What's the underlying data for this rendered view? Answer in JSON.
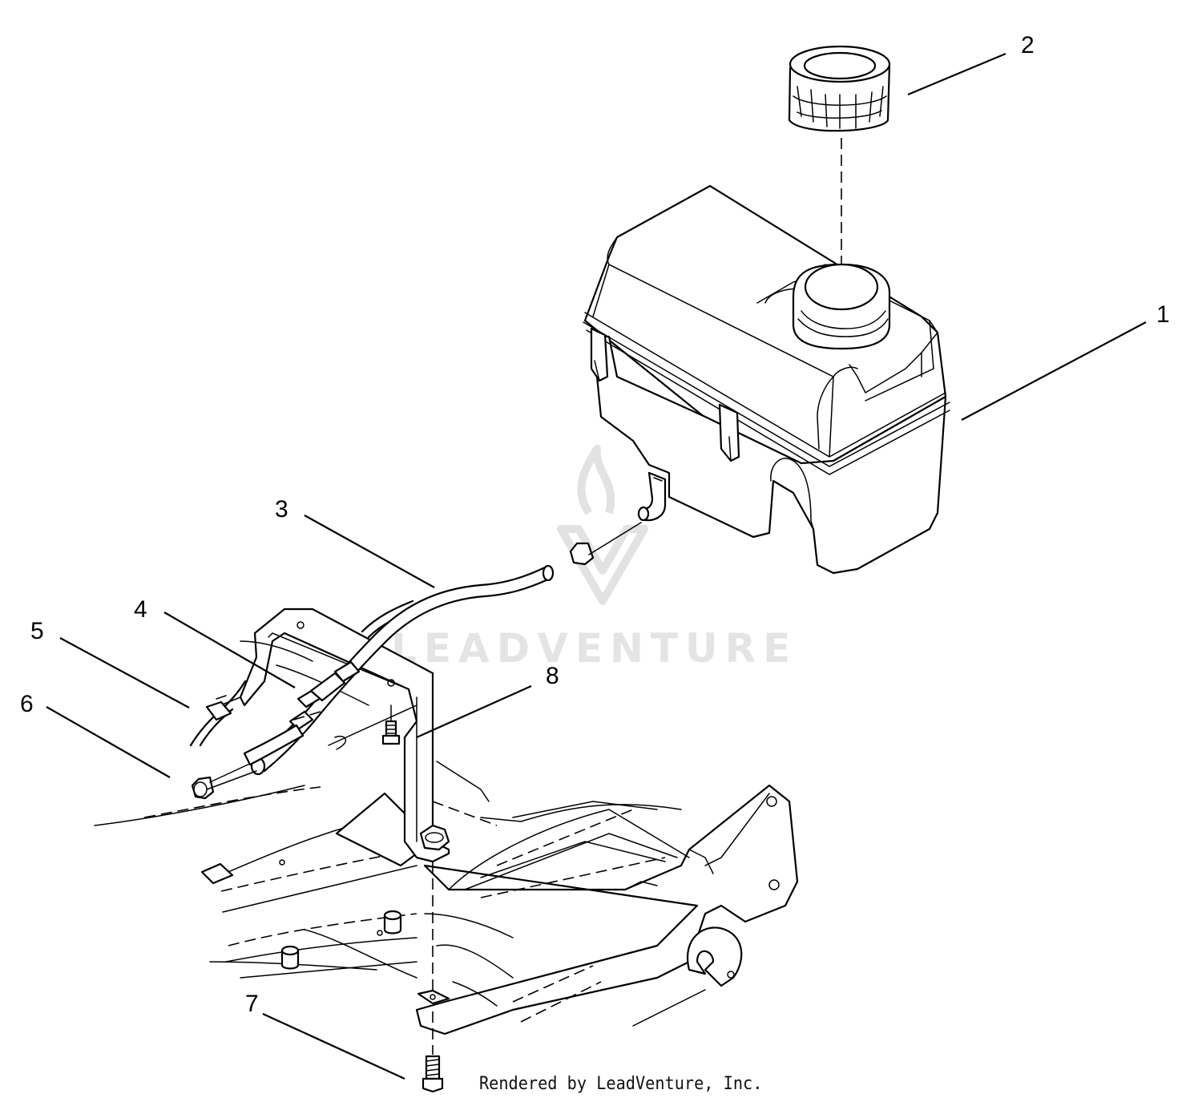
{
  "watermark": {
    "text": "LEADVENTURE"
  },
  "credit": {
    "text": "Rendered by LeadVenture, Inc."
  },
  "callouts": [
    {
      "id": "1",
      "label": "1"
    },
    {
      "id": "2",
      "label": "2"
    },
    {
      "id": "3",
      "label": "3"
    },
    {
      "id": "4",
      "label": "4"
    },
    {
      "id": "5",
      "label": "5"
    },
    {
      "id": "6",
      "label": "6"
    },
    {
      "id": "7",
      "label": "7"
    },
    {
      "id": "8",
      "label": "8"
    }
  ],
  "colors": {
    "ink": "#000000",
    "background": "#ffffff",
    "watermark": "#e2e2e2"
  }
}
